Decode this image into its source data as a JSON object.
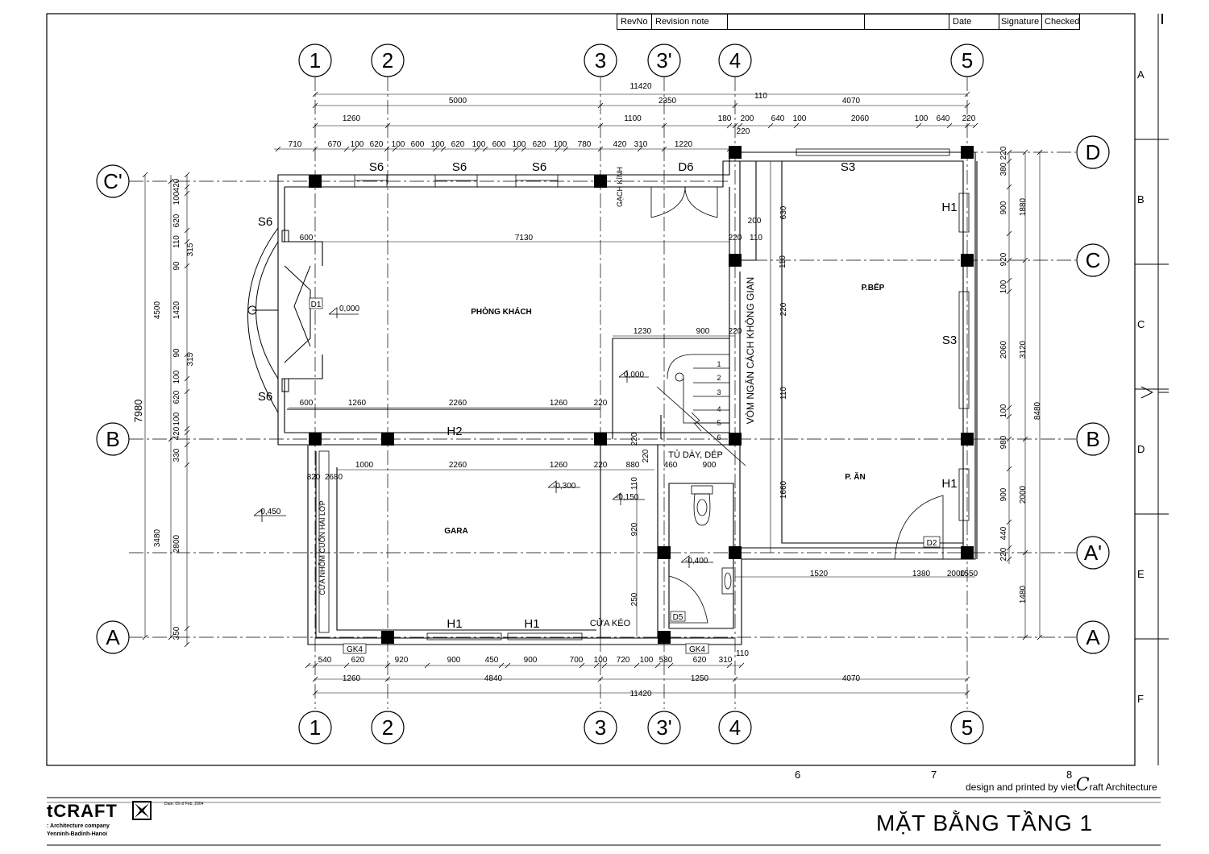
{
  "revision_table": {
    "revno": "RevNo",
    "revision_note": "Revision note",
    "date": "Date",
    "signature": "Signature",
    "checked": "Checked"
  },
  "frame": {
    "right_zones": [
      "A",
      "B",
      "C",
      "D",
      "E",
      "F"
    ],
    "bottom_zones": [
      "6",
      "7",
      "8"
    ]
  },
  "grid_axes": {
    "vertical": [
      "1",
      "2",
      "3",
      "3'",
      "4",
      "5"
    ],
    "horizontal": [
      "D",
      "C'",
      "C",
      "B",
      "A'",
      "A"
    ]
  },
  "dimensions": {
    "top_total": "11420",
    "top_segments": [
      "5000",
      "2350",
      "4070"
    ],
    "top_110": "110",
    "top_row3": [
      "1260",
      "1100",
      "180",
      "200",
      "640",
      "100",
      "2060",
      "100",
      "640",
      "220",
      "220"
    ],
    "top_row4": [
      "710",
      "670",
      "100",
      "620",
      "100",
      "600",
      "100",
      "620",
      "100",
      "600",
      "100",
      "620",
      "100",
      "780",
      "420",
      "310",
      "1220"
    ],
    "bottom_row1": [
      "540",
      "620",
      "920",
      "900",
      "450",
      "900",
      "700",
      "100",
      "720",
      "100",
      "580",
      "620",
      "310",
      "110"
    ],
    "bottom_row2": [
      "1260",
      "4840",
      "1250",
      "4070"
    ],
    "bottom_total": "11420",
    "left_outer": [
      "7980"
    ],
    "left_mid": [
      "4500",
      "3480"
    ],
    "left_inner": [
      "420",
      "100",
      "620",
      "110",
      "315",
      "90",
      "1420",
      "90",
      "315",
      "100",
      "620",
      "100",
      "420",
      "330",
      "2800",
      "350"
    ],
    "right_outer": [
      "8480"
    ],
    "right_mid": [
      "1880",
      "3120",
      "2000",
      "1480"
    ],
    "right_inner": [
      "220",
      "380",
      "900",
      "220",
      "920",
      "100",
      "2060",
      "100",
      "980",
      "900",
      "440",
      "220"
    ],
    "interior": [
      "600",
      "7130",
      "600",
      "1260",
      "2260",
      "1260",
      "220",
      "1000",
      "2260",
      "1260",
      "220",
      "880",
      "460",
      "900",
      "1230",
      "900",
      "220",
      "200",
      "220",
      "110",
      "630",
      "220",
      "110",
      "1660",
      "1520",
      "1380",
      "2000",
      "1550",
      "820",
      "2680",
      "920",
      "250",
      "220",
      "220",
      "110",
      "110"
    ]
  },
  "rooms": {
    "living": "PHÒNG KHÁCH",
    "kitchen": "P.BẾP",
    "dining": "P. ĂN",
    "garage": "GARA"
  },
  "labels": {
    "s6": "S6",
    "s3": "S3",
    "d6": "D6",
    "h1": "H1",
    "h2": "H2",
    "d1": "D1",
    "d2": "D2",
    "d5": "D5",
    "gk4": "GK4",
    "glass_brick": "GẠCH KÍNH",
    "partition": "VÒM NGĂN CÁCH KHÔNG GIAN",
    "shoe_cabinet": "TỦ DÀY, DÉP",
    "roller_door": "CỬA NHÔM CUỐN HAI LỚP",
    "sliding_door": "CỬA KÉO",
    "stair_steps": [
      "1",
      "2",
      "3",
      "4",
      "5",
      "6"
    ]
  },
  "levels": {
    "living": "0,000",
    "stair": "0,000",
    "garage": "-0,300",
    "wc_entry": "-0,150",
    "outside": "-0,450",
    "wc": "-0,400"
  },
  "title_block": {
    "credit_prefix": "design and printed by viet",
    "credit_letter": "C",
    "credit_suffix": "raft Architecture",
    "sheet_title": "MẶT BẰNG TẦNG 1",
    "logo": "tCRAFT",
    "logo_date": "Date: 09 of Feb, 2004",
    "company": ": Architecture company",
    "address": "Yenninh-Badinh-Hanoi"
  }
}
